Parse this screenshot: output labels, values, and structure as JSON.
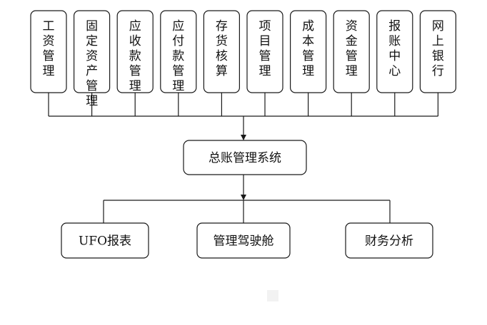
{
  "modules": [
    {
      "id": "payroll",
      "label": "工资管理"
    },
    {
      "id": "fixed-assets",
      "label": "固定资产管理"
    },
    {
      "id": "receivables",
      "label": "应收款管理"
    },
    {
      "id": "payables",
      "label": "应付款管理"
    },
    {
      "id": "inventory",
      "label": "存货核算"
    },
    {
      "id": "project",
      "label": "项目管理"
    },
    {
      "id": "cost",
      "label": "成本管理"
    },
    {
      "id": "funds",
      "label": "资金管理"
    },
    {
      "id": "reimbursement",
      "label": "报账中心"
    },
    {
      "id": "online-banking",
      "label": "网上银行"
    }
  ],
  "center": {
    "label": "总账管理系统"
  },
  "outputs": [
    {
      "id": "ufo-report",
      "label": "UFO报表"
    },
    {
      "id": "management-cockpit",
      "label": "管理驾驶舱"
    },
    {
      "id": "financial-analysis",
      "label": "财务分析"
    }
  ],
  "colors": {
    "stroke": "#1a1a1a",
    "fill": "#ffffff",
    "text": "#111111"
  }
}
